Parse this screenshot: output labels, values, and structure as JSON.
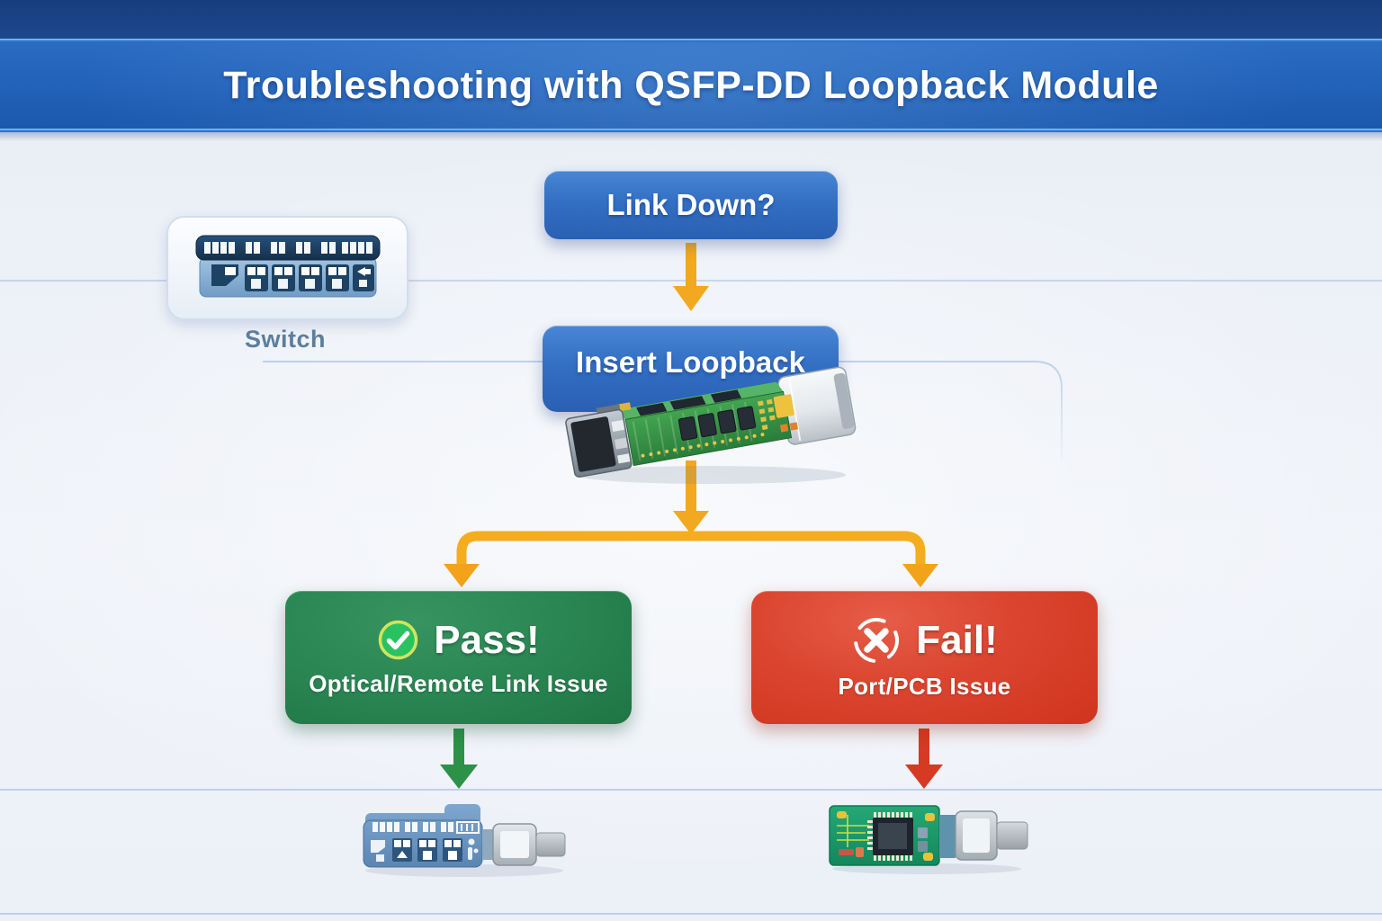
{
  "header": {
    "title": "Troubleshooting with QSFP-DD Loopback Module"
  },
  "diagram": {
    "device_label": "Switch",
    "nodes": [
      {
        "id": "link-down",
        "type": "question",
        "label": "Link Down?",
        "color": "#336fc3"
      },
      {
        "id": "insert-loopback",
        "type": "action",
        "label": "Insert Loopback",
        "color": "#336fc3"
      },
      {
        "id": "pass",
        "type": "result",
        "title": "Pass!",
        "subtitle": "Optical/Remote Link Issue",
        "color": "#2b8854",
        "icon": "check-circle-icon"
      },
      {
        "id": "fail",
        "type": "result",
        "title": "Fail!",
        "subtitle": "Port/PCB Issue",
        "color": "#db4530",
        "icon": "x-circle-icon"
      }
    ],
    "edges": [
      {
        "from": "link-down",
        "to": "insert-loopback",
        "color": "#f2a81f"
      },
      {
        "from": "insert-loopback",
        "to": "pass",
        "color": "#f2a81f"
      },
      {
        "from": "insert-loopback",
        "to": "fail",
        "color": "#f2a81f"
      },
      {
        "from": "pass",
        "to": "transceiver-illustration",
        "color": "#2e9148"
      },
      {
        "from": "fail",
        "to": "pcb-illustration",
        "color": "#d63a22"
      }
    ],
    "illustrations": [
      "switch-illustration",
      "qsfp-dd-loopback-module-illustration",
      "transceiver-module-illustration",
      "pcb-chip-module-illustration"
    ]
  },
  "colors": {
    "header_band": "#2161b8",
    "header_top_strip": "#1a428a",
    "node_blue": "#336fc3",
    "pass_green": "#2b8854",
    "fail_red": "#db4530",
    "arrow_orange": "#f2a81f",
    "arrow_green": "#2e9148",
    "arrow_red": "#d63a22",
    "background": "#edf1f8",
    "switch_label_text": "#5d7e9c"
  }
}
